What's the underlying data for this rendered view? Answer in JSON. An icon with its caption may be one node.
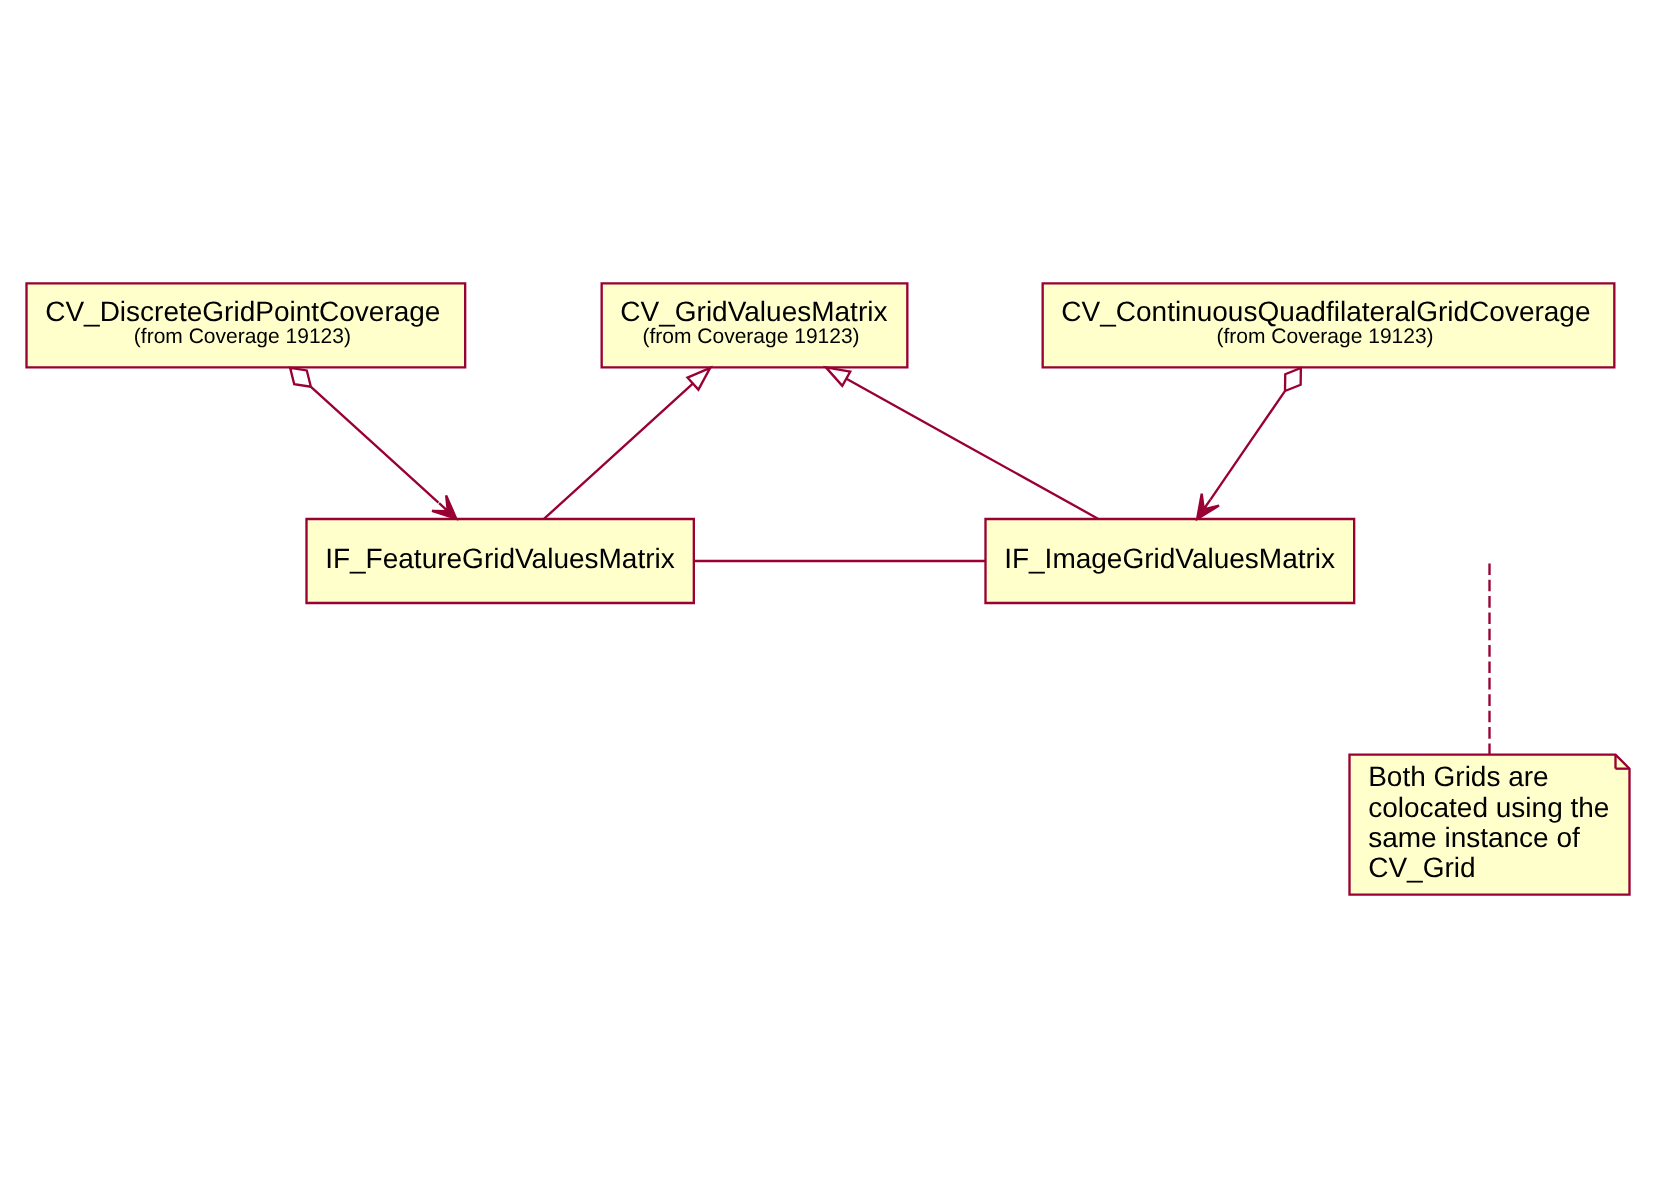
{
  "diagram": {
    "nodes": [
      {
        "text": [
          "CV_DiscreteGridPointCoverage",
          "(from Coverage 19123)"
        ]
      },
      {
        "text": [
          "CV_ContinuousQuadfilateralGridCoverage",
          "(from Coverage 19123)"
        ]
      },
      {
        "text": [
          "CV_GridValuesMatrix",
          "(from Coverage 19123)"
        ]
      },
      {
        "text": [
          "IF_FeatureGridValuesMatrix"
        ]
      },
      {
        "text": [
          "IF_ImageGridValuesMatrix"
        ]
      },
      {
        "text": [
          "Both Grids are colocated using the same instance of CV_Grid"
        ]
      }
    ],
    "edges": [
      {
        "from": 0,
        "to": 3,
        "arrow": "to"
      },
      {
        "from": 1,
        "to": 4,
        "arrow": "to"
      },
      {
        "from": 3,
        "to": 2,
        "arrow": "to"
      },
      {
        "from": 4,
        "to": 2,
        "arrow": "to"
      },
      {
        "from": 3,
        "to": 4,
        "arrow": "none"
      },
      {
        "from": 5,
        "to": null,
        "arrow": "none",
        "style": "dashed"
      }
    ]
  }
}
